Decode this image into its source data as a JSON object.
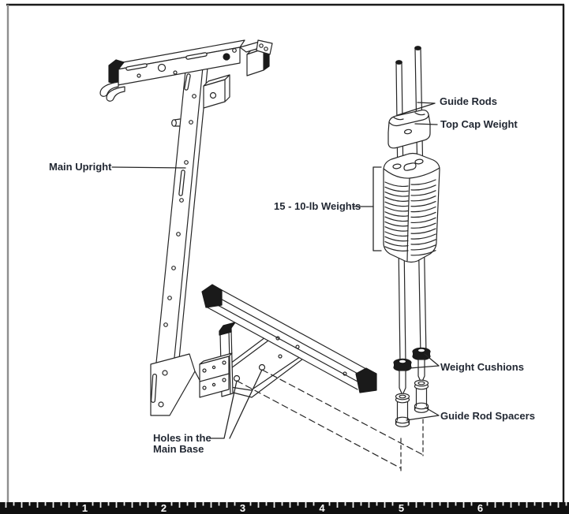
{
  "labels": {
    "main_upright": "Main Upright",
    "guide_rods": "Guide Rods",
    "top_cap_weight": "Top Cap Weight",
    "weights": "15 - 10-lb Weights",
    "weight_cushions": "Weight Cushions",
    "guide_rod_spacers": "Guide Rod Spacers",
    "holes_line1": "Holes in the",
    "holes_line2": "Main Base"
  },
  "ruler": {
    "numbers": [
      "1",
      "2",
      "3",
      "4",
      "5",
      "6"
    ],
    "bar_color": "#101010",
    "tick_color": "#ededed",
    "number_color": "#ffffff"
  },
  "colors": {
    "line": "#262626",
    "label_text": "#222833",
    "background": "#ffffff",
    "border_top_right": "#1a1a1a",
    "border_left": "#8f8f8f"
  }
}
